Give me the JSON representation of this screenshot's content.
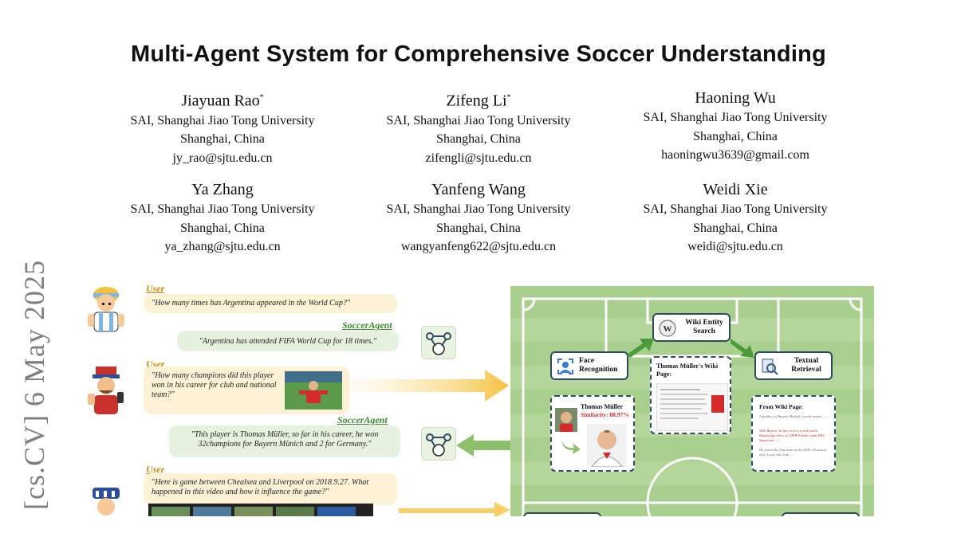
{
  "paper": {
    "title": "Multi-Agent System for Comprehensive Soccer Understanding",
    "arxiv_stamp": "[cs.CV]  6 May 2025"
  },
  "authors": [
    {
      "name": "Jiayuan Rao",
      "mark": "*",
      "affiliation": "SAI, Shanghai Jiao Tong University",
      "location": "Shanghai, China",
      "email": "jy_rao@sjtu.edu.cn"
    },
    {
      "name": "Zifeng Li",
      "mark": "*",
      "affiliation": "SAI, Shanghai Jiao Tong University",
      "location": "Shanghai, China",
      "email": "zifengli@sjtu.edu.cn"
    },
    {
      "name": "Haoning Wu",
      "mark": "",
      "affiliation": "SAI, Shanghai Jiao Tong University",
      "location": "Shanghai, China",
      "email": "haoningwu3639@gmail.com"
    },
    {
      "name": "Ya Zhang",
      "mark": "",
      "affiliation": "SAI, Shanghai Jiao Tong University",
      "location": "Shanghai, China",
      "email": "ya_zhang@sjtu.edu.cn"
    },
    {
      "name": "Yanfeng Wang",
      "mark": "",
      "affiliation": "SAI, Shanghai Jiao Tong University",
      "location": "Shanghai, China",
      "email": "wangyanfeng622@sjtu.edu.cn"
    },
    {
      "name": "Weidi Xie",
      "mark": "",
      "affiliation": "SAI, Shanghai Jiao Tong University",
      "location": "Shanghai, China",
      "email": "weidi@sjtu.edu.cn"
    }
  ],
  "figure": {
    "user_label": "User",
    "agent_label": "SoccerAgent",
    "q1": "\"How many times has Argentina appeared in the World Cup?\"",
    "a1": "\"Argentina has attended FIFA World Cup for 18 times.\"",
    "q2": "\"How many champions did this player won in his career for club and national team?\"",
    "a2": "\"This player is Thomas Müller, so far in his career, he won 32champions for Bayern Münich and 2 for Germany.\"",
    "q3": "\"Here is game between Chealsea and Liverpool on 2018.9.27. What happened in this video and how it influence the game?\"",
    "tools": {
      "face": "Face Recognition",
      "wiki": "Wiki Entity Search",
      "textual": "Textual Retrieval"
    },
    "face_result": {
      "name": "Thomas Müller",
      "similarity": "Similarity: 88.97%"
    },
    "wiki_page": "Thomas Müller's Wiki Page:",
    "wiki_result_title": "From Wiki Page:",
    "wiki_result_lines": [
      "A product of Bayern Munich's youth system, ......",
      "With Bayern, he has won a record twelve Bundesliga titles, six DFB-Pokals, eight DFL-Supercups, ......",
      "He joined the first team in the 2009–10 season after Louis van Gaal ......"
    ],
    "colors": {
      "field": "#a9cf8e",
      "box_border": "#2f4b62",
      "user": "#c98c00",
      "agent": "#3a8a2e",
      "similarity": "#d42a2a"
    }
  }
}
